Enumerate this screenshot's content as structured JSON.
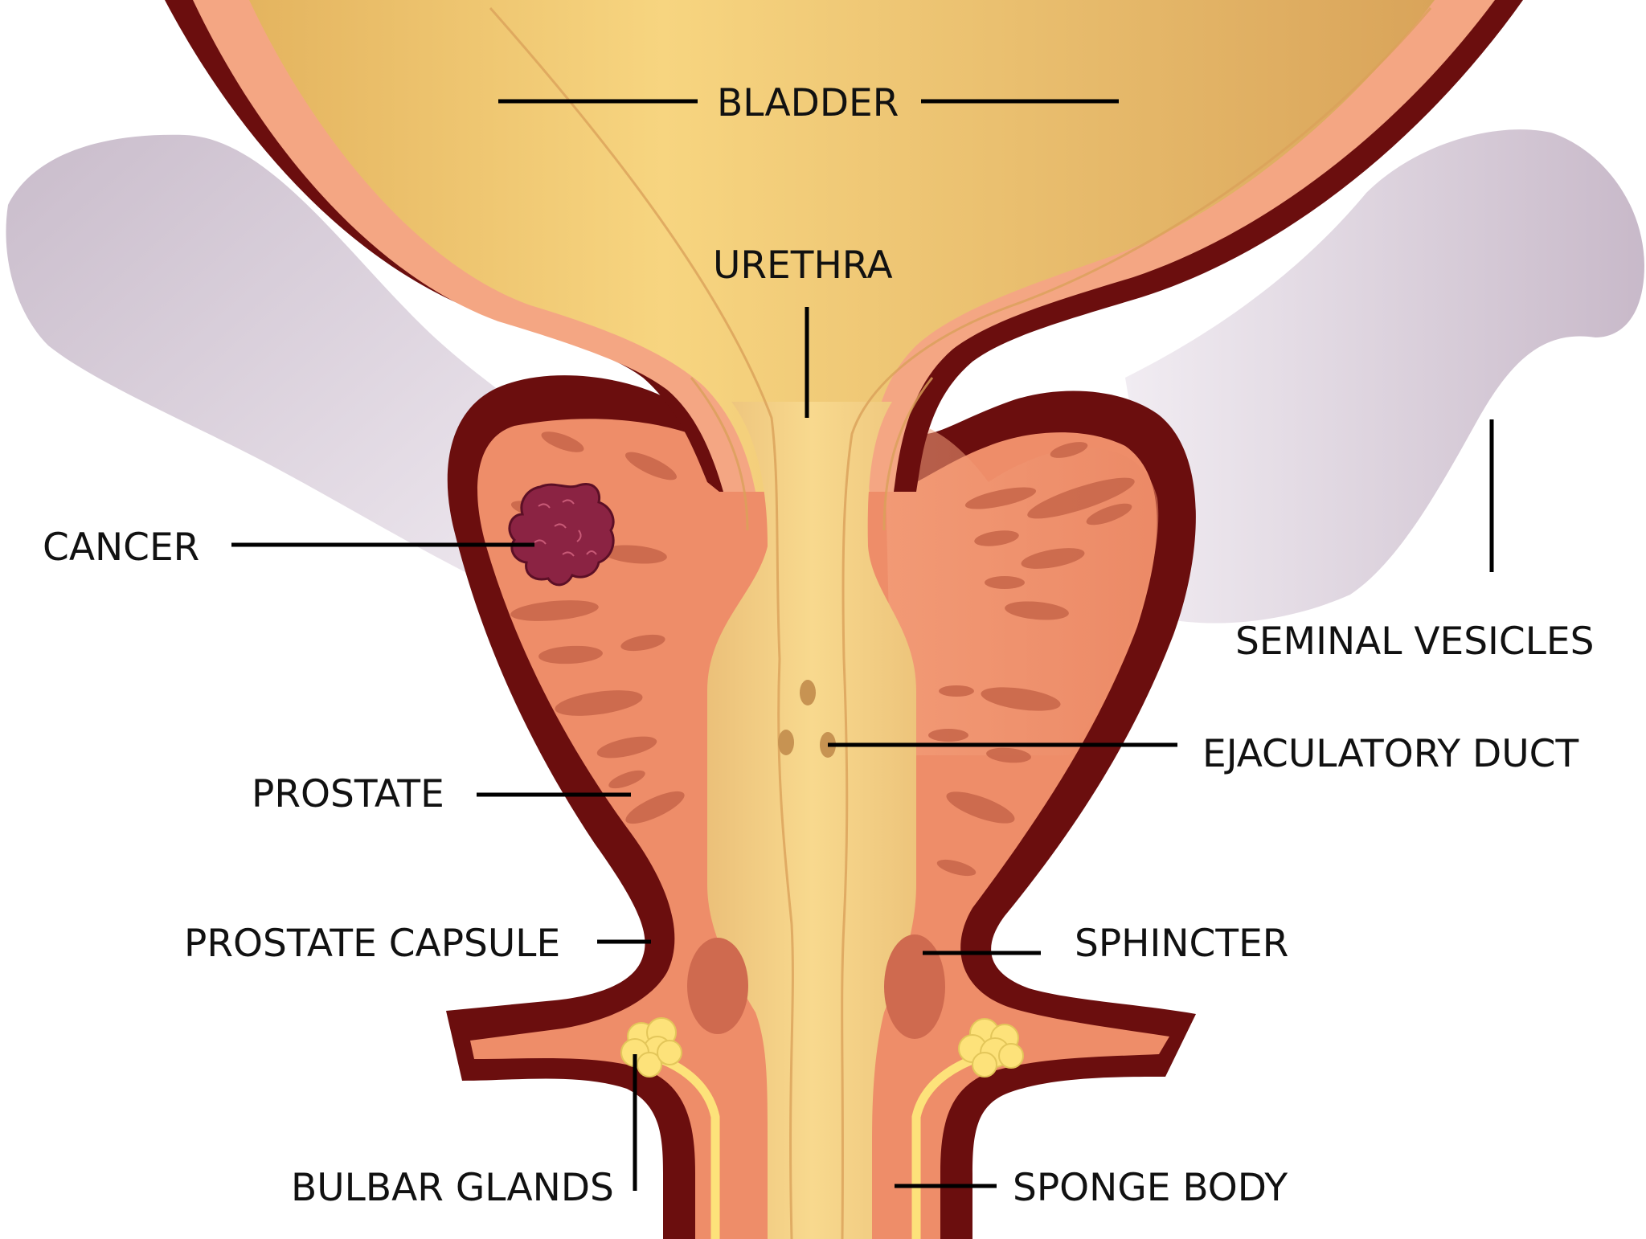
{
  "labels": {
    "bladder": "BLADDER",
    "urethra": "URETHRA",
    "cancer": "CANCER",
    "seminal_vesicles": "SEMINAL VESICLES",
    "ejaculatory_duct": "EJACULATORY DUCT",
    "prostate": "PROSTATE",
    "prostate_capsule": "PROSTATE CAPSULE",
    "sphincter": "SPHINCTER",
    "bulbar_glands": "BULBAR GLANDS",
    "sponge_body": "SPONGE BODY"
  },
  "colors": {
    "capsule_wall": "#6b0e0e",
    "bladder_fill": "#e3b063",
    "bladder_wall": "#f4a683",
    "prostate_tissue": "#ee8d69",
    "prostate_streaks": "#c9684b",
    "urethra_fill": "#f4d185",
    "seminal_vesicles": "#ddd3df",
    "cancer": "#8b2343",
    "sphincter": "#cf6a4f",
    "bulbar_glands": "#fde27a"
  }
}
